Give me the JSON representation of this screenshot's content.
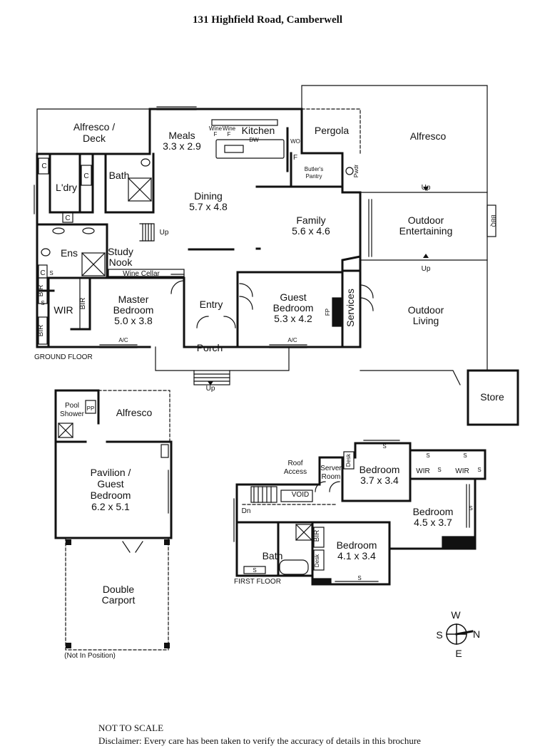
{
  "title": "131 Highfield Road, Camberwell",
  "floors": {
    "ground": "GROUND FLOOR",
    "first": "FIRST FLOOR"
  },
  "rooms": {
    "alfresco_deck_1": "Alfresco /",
    "alfresco_deck_2": "Deck",
    "meals": "Meals",
    "meals_size": "3.3 x 2.9",
    "kitchen": "Kitchen",
    "wine_1": "Wine",
    "wine_2": "Wine",
    "f": "F",
    "dw": "DW",
    "pergola": "Pergola",
    "alfresco_main": "Alfresco",
    "wo": "WO",
    "butlers_pantry_1": "Butler's",
    "butlers_pantry_2": "Pantry",
    "pwdr": "Pwdr",
    "c": "C",
    "ldry": "L'dry",
    "bath": "Bath",
    "dining": "Dining",
    "dining_size": "5.7 x 4.8",
    "family": "Family",
    "family_size": "5.6 x 4.6",
    "outdoor_ent_1": "Outdoor",
    "outdoor_ent_2": "Entertaining",
    "bbq": "BBQ",
    "up": "Up",
    "ens": "Ens",
    "study_1": "Study",
    "study_2": "Nook",
    "wine_cellar": "Wine Cellar",
    "s": "S",
    "bir": "BIR",
    "wir": "WIR",
    "master_1": "Master",
    "master_2": "Bedroom",
    "master_size": "5.0 x 3.8",
    "entry": "Entry",
    "guest_1": "Guest",
    "guest_2": "Bedroom",
    "guest_size": "5.3 x 4.2",
    "fp": "FP",
    "services": "Services",
    "outdoor_liv_1": "Outdoor",
    "outdoor_liv_2": "Living",
    "ac": "A/C",
    "porch": "Porch",
    "store": "Store",
    "pool_shower_1": "Pool",
    "pool_shower_2": "Shower",
    "pp": "PP",
    "alfresco_pav": "Alfresco",
    "pavilion_1": "Pavilion /",
    "pavilion_2": "Guest",
    "pavilion_3": "Bedroom",
    "pavilion_size": "6.2 x 5.1",
    "carport_1": "Double",
    "carport_2": "Carport",
    "not_in_position": "(Not In Position)",
    "roof_access_1": "Roof",
    "roof_access_2": "Access",
    "server_1": "Server",
    "server_2": "Room",
    "desk": "Desk",
    "bedroom": "Bedroom",
    "bed_a_size": "3.7 x 3.4",
    "bed_b_size": "4.5 x 3.7",
    "bed_c_size": "4.1 x 3.4",
    "void": "VOID",
    "dn": "Dn"
  },
  "compass": {
    "n": "N",
    "s": "S",
    "e": "E",
    "w": "W"
  },
  "footer": {
    "scale": "NOT TO SCALE",
    "disclaimer": "Disclaimer: Every care has been taken to verify the accuracy of details in this brochure"
  }
}
